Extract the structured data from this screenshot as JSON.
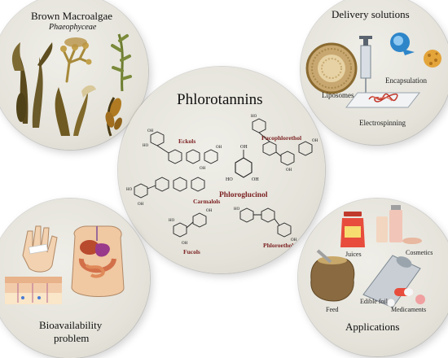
{
  "macroalgae": {
    "title": "Brown Macroalgae",
    "subtitle": "Phaeophyceae"
  },
  "delivery": {
    "title": "Delivery solutions",
    "liposomes": "Liposomes",
    "encapsulation": "Encapsulation",
    "electrospinning": "Electrospinning"
  },
  "center": {
    "title": "Phlorotannins",
    "compounds": {
      "eckols": "Eckols",
      "fucophlorethol": "Fucophlorethol",
      "phloroglucinol": "Phloroglucinol",
      "carmalols": "Carmalols",
      "fucols": "Fucols",
      "phloroethols": "Phloroethols"
    },
    "oh": "OH",
    "ho": "HO"
  },
  "bioavailability": {
    "title_line1": "Bioavailability",
    "title_line2": "problem"
  },
  "applications": {
    "title": "Applications",
    "juices": "Juices",
    "cosmetics": "Cosmetics",
    "feed": "Feed",
    "edible_foil": "Edible foil",
    "medicaments": "Medicaments"
  },
  "colors": {
    "circle_bg": "#e8e6de",
    "compound_label": "#7a1f1f",
    "algae_brown": "#6b5a2a",
    "algae_green": "#7a8a3a"
  }
}
